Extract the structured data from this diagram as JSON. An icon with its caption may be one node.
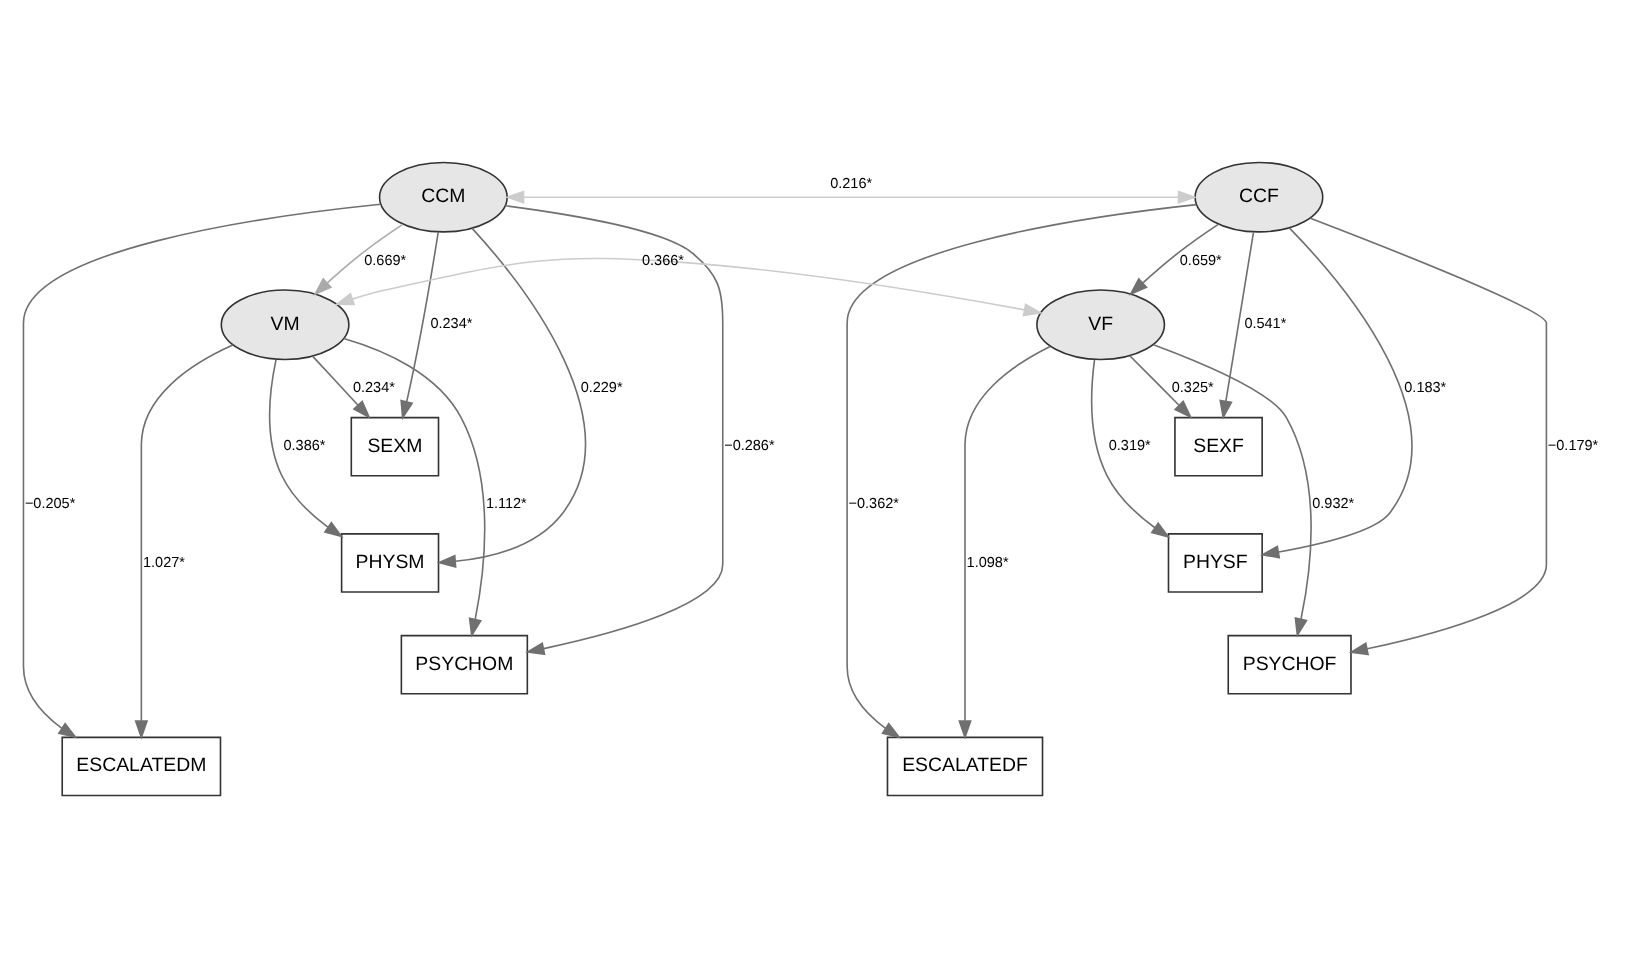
{
  "diagram": {
    "nodes": [
      {
        "text": [
          "CCM"
        ]
      },
      {
        "text": [
          "CCF"
        ]
      },
      {
        "text": [
          "VM"
        ]
      },
      {
        "text": [
          "VF"
        ]
      },
      {
        "text": [
          "SEXM"
        ]
      },
      {
        "text": [
          "PHYSM"
        ]
      },
      {
        "text": [
          "PSYCHOM"
        ]
      },
      {
        "text": [
          "ESCALATEDM"
        ]
      },
      {
        "text": [
          "SEXF"
        ]
      },
      {
        "text": [
          "PHYSF"
        ]
      },
      {
        "text": [
          "PSYCHOF"
        ]
      },
      {
        "text": [
          "ESCALATEDF"
        ]
      }
    ],
    "edges": [
      {
        "from": 0,
        "to": 1,
        "arrow": "both",
        "label": "0.216*",
        "color": "#cccccc"
      },
      {
        "from": 0,
        "to": 2,
        "arrow": "to",
        "label": "0.669*",
        "color": "#aaaaaa"
      },
      {
        "from": 1,
        "to": 3,
        "arrow": "to",
        "label": "0.659*"
      },
      {
        "from": 2,
        "to": 3,
        "arrow": "both",
        "label": "0.366*",
        "color": "#cccccc"
      },
      {
        "from": 0,
        "to": 4,
        "arrow": "to",
        "label": "0.234*"
      },
      {
        "from": 0,
        "to": 5,
        "arrow": "to",
        "label": "0.229*"
      },
      {
        "from": 0,
        "to": 6,
        "arrow": "to",
        "label": "−0.286*"
      },
      {
        "from": 0,
        "to": 7,
        "arrow": "to",
        "label": "−0.205*"
      },
      {
        "from": 2,
        "to": 4,
        "arrow": "to",
        "label": "0.234*"
      },
      {
        "from": 2,
        "to": 5,
        "arrow": "to",
        "label": "0.386*"
      },
      {
        "from": 2,
        "to": 6,
        "arrow": "to",
        "label": "1.112*"
      },
      {
        "from": 2,
        "to": 7,
        "arrow": "to",
        "label": "1.027*"
      },
      {
        "from": 3,
        "to": 8,
        "arrow": "to",
        "label": "0.325*"
      },
      {
        "from": 3,
        "to": 9,
        "arrow": "to",
        "label": "0.319*"
      },
      {
        "from": 3,
        "to": 10,
        "arrow": "to",
        "label": "0.932*"
      },
      {
        "from": 3,
        "to": 11,
        "arrow": "to",
        "label": "1.098*"
      },
      {
        "from": 1,
        "to": 8,
        "arrow": "to",
        "label": "0.541*"
      },
      {
        "from": 1,
        "to": 9,
        "arrow": "to",
        "label": "0.183*"
      },
      {
        "from": 1,
        "to": 10,
        "arrow": "to",
        "label": "−0.179*"
      },
      {
        "from": 1,
        "to": 11,
        "arrow": "to",
        "label": "−0.362*"
      }
    ]
  }
}
